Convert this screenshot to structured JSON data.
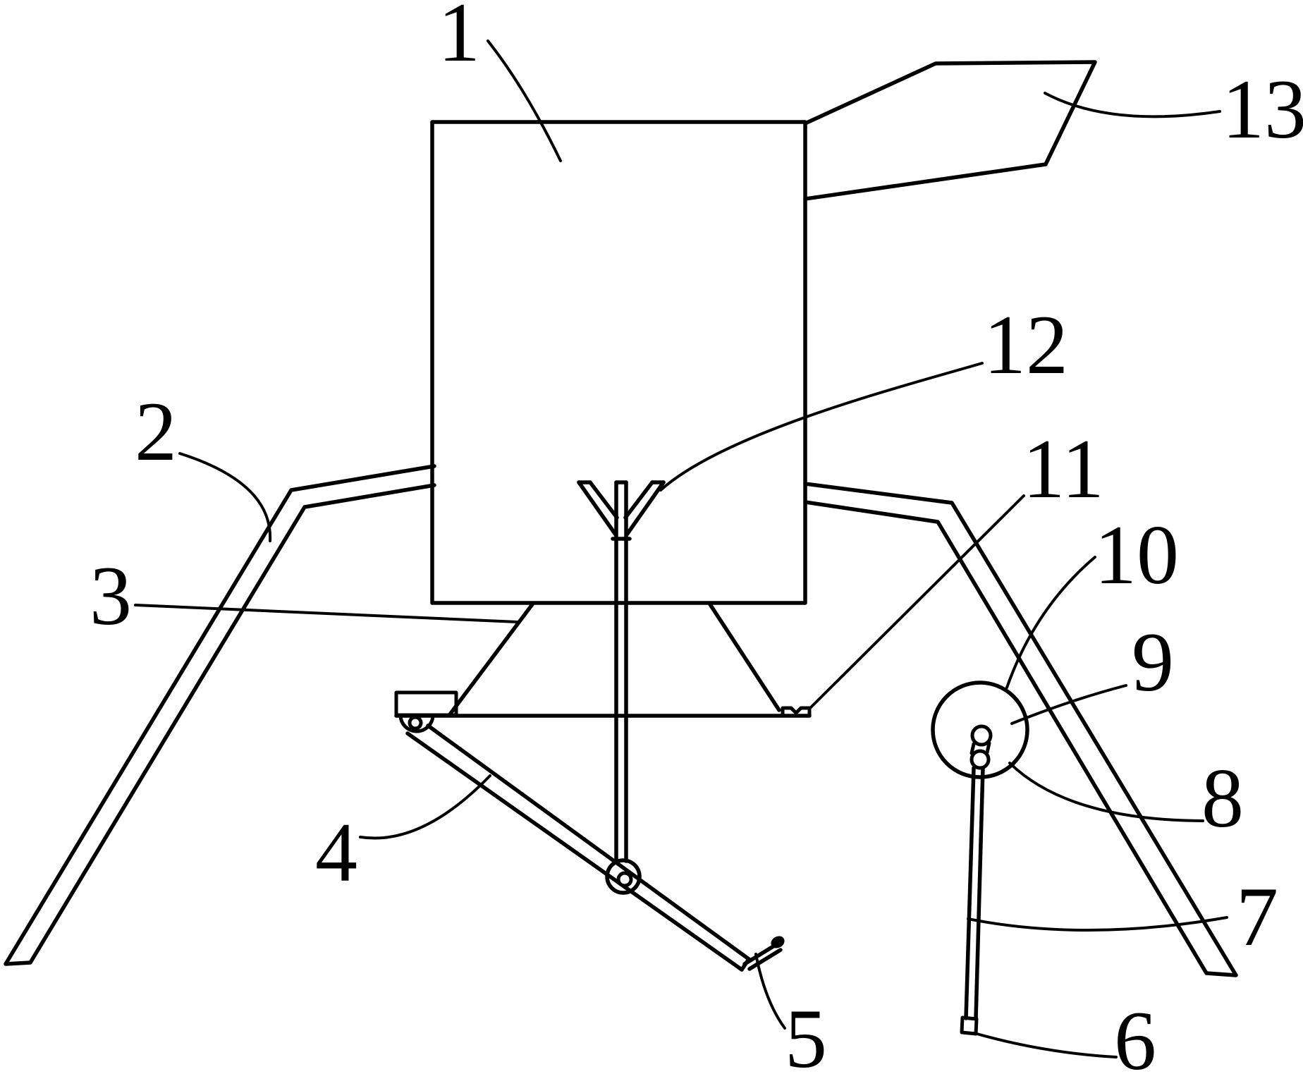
{
  "page": {
    "background_color": "#ffffff",
    "line_color": "#000000"
  },
  "figure": {
    "type": "patent-line-drawing",
    "labels": [
      {
        "id": "1",
        "text": "1"
      },
      {
        "id": "2",
        "text": "2"
      },
      {
        "id": "3",
        "text": "3"
      },
      {
        "id": "4",
        "text": "4"
      },
      {
        "id": "5",
        "text": "5"
      },
      {
        "id": "6",
        "text": "6"
      },
      {
        "id": "7",
        "text": "7"
      },
      {
        "id": "8",
        "text": "8"
      },
      {
        "id": "9",
        "text": "9"
      },
      {
        "id": "10",
        "text": "10"
      },
      {
        "id": "11",
        "text": "11"
      },
      {
        "id": "12",
        "text": "12"
      },
      {
        "id": "13",
        "text": "13"
      }
    ]
  }
}
